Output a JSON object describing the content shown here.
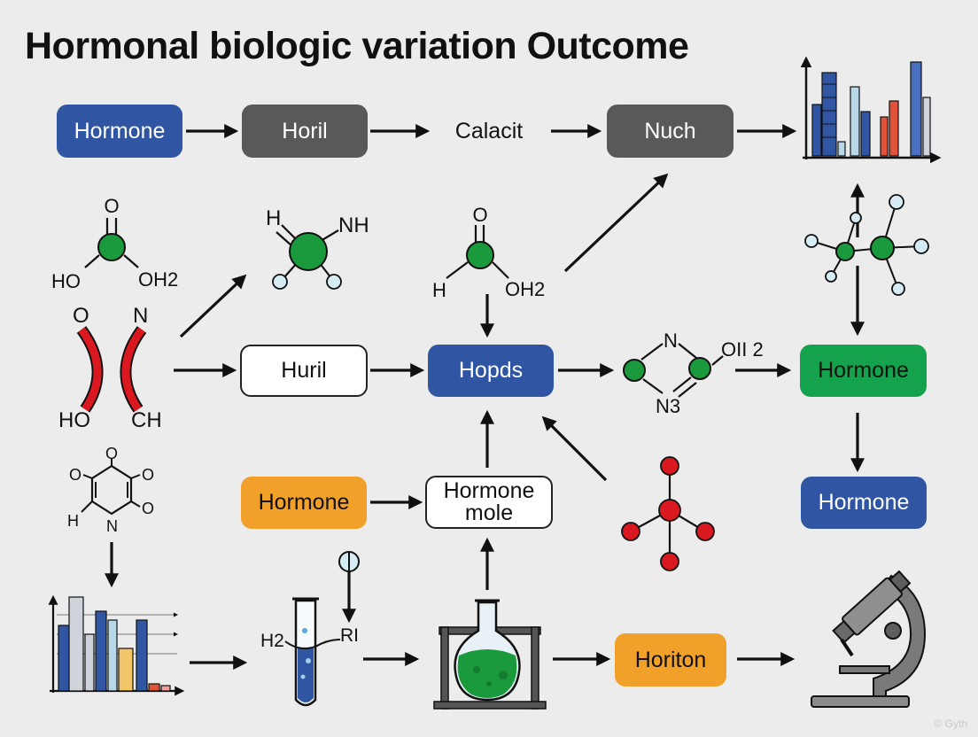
{
  "title": "Hormonal biologic variation Outcome",
  "nodes": {
    "n1": "Hormone",
    "n2": "Horil",
    "n3": "Calacit",
    "n4": "Nuch",
    "n5": "Huril",
    "n6": "Hopds",
    "n7": "Hormone",
    "n8": "Hormone",
    "n9": "Hormone mole",
    "n10": "Hormone",
    "n11": "Horiton"
  },
  "molecule_labels": {
    "m1_top": "O",
    "m1_left": "HO",
    "m1_right": "OH2",
    "m2_left": "H",
    "m2_right": "NH",
    "m3_top": "O",
    "m3_left": "H",
    "m3_right": "OH2",
    "m4_tl": "O",
    "m4_tr": "N",
    "m4_bl": "HO",
    "m4_br": "CH",
    "m5_top": "N",
    "m5_bottom": "N3",
    "m5_right": "OII 2",
    "ring_top": "O",
    "ring_left": "O",
    "ring_right": "O",
    "ring_bottom_right": "O",
    "ring_h": "H",
    "ring_n": "N",
    "tube_left": "H2",
    "tube_right": "RI"
  },
  "colors": {
    "blue": "#2f55a3",
    "gray": "#595959",
    "green": "#15a24c",
    "orange": "#f1a02a",
    "red": "#d9191f",
    "atom_green": "#1a9a3c",
    "atom_light": "#d6ecf5"
  },
  "icons": [
    "bar-chart-icon",
    "microscope-icon",
    "flask-icon",
    "test-tube-icon",
    "molecule-icon"
  ],
  "watermark": "© Gyth"
}
